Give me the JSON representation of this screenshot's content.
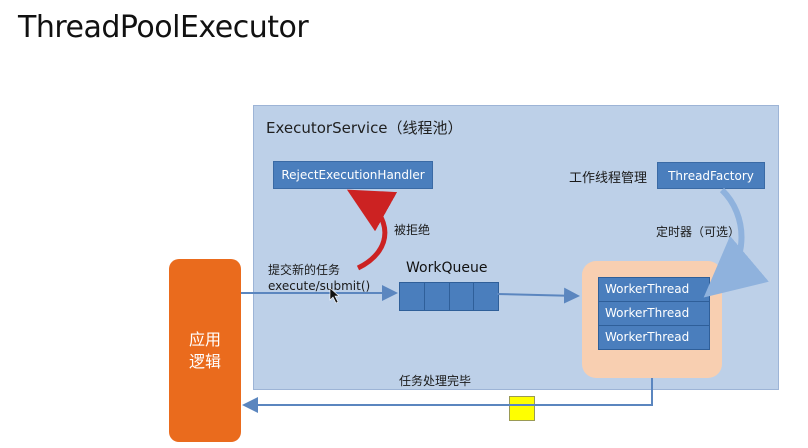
{
  "title": "ThreadPoolExecutor",
  "service": {
    "label": "ExecutorService（线程池）"
  },
  "reject_handler": "RejectExecutionHandler",
  "reject_label": "被拒绝",
  "manager_label": "工作线程管理",
  "thread_factory": "ThreadFactory",
  "timer_label": "定时器（可选）",
  "submit_label": [
    "提交新的任务",
    "execute/submit()"
  ],
  "work_queue": "WorkQueue",
  "workers": [
    "WorkerThread",
    "WorkerThread",
    "WorkerThread"
  ],
  "app_label": [
    "应用",
    "逻辑"
  ],
  "done_label": "任务处理完毕",
  "colors": {
    "service_bg": "#bdd0e8",
    "blue_box": "#4a7ebd",
    "pool_bg": "#f8cfb1",
    "app_bg": "#ea6b1d",
    "reject_arrow": "#cc2222",
    "token": "#ffff00"
  }
}
